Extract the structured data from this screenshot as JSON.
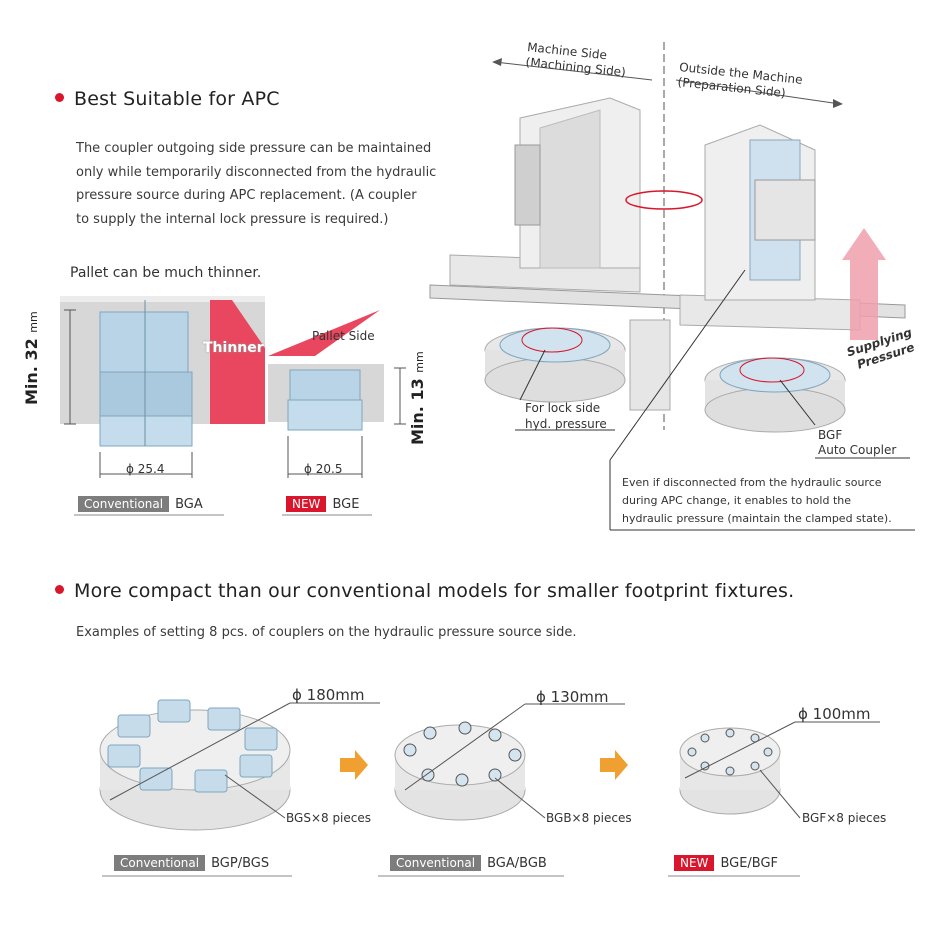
{
  "section1": {
    "heading": "Best Suitable for APC",
    "body_lines": [
      "The coupler outgoing side pressure can be maintained",
      "only while temporarily disconnected from the hydraulic",
      "pressure source during APC replacement. (A coupler",
      "to supply the internal lock pressure is required.)"
    ],
    "pallet_caption": "Pallet can be much thinner.",
    "dim_min32": "Min. 32",
    "dim_min13": "Min. 13",
    "unit_mm": "mm",
    "thinner_label": "Thinner",
    "pallet_side_label": "Pallet Side",
    "dia_conv": "ϕ 25.4",
    "dia_new": "ϕ 20.5",
    "tag_conventional": "Conventional",
    "tag_new": "NEW",
    "model_conv": "BGA",
    "model_new": "BGE"
  },
  "apc_diagram": {
    "machine_side": [
      "Machine Side",
      "(Machining Side)"
    ],
    "outside_machine": [
      "Outside the Machine",
      "(Preparation Side)"
    ],
    "supplying_pressure": [
      "Supplying",
      "Pressure"
    ],
    "lock_side": [
      "For lock side",
      "hyd. pressure"
    ],
    "bgf_coupler": [
      "BGF",
      "Auto Coupler"
    ],
    "note_lines": [
      "Even if disconnected from the hydraulic source",
      "during APC change, it enables to hold the",
      "hydraulic pressure (maintain the clamped state)."
    ]
  },
  "section2": {
    "heading": "More compact than our conventional models for smaller footprint fixtures.",
    "subtext": "Examples of setting 8 pcs. of couplers on the hydraulic pressure source side.",
    "examples": [
      {
        "diameter": "ϕ 180mm",
        "pieces": "BGS×8 pieces",
        "tag": "Conventional",
        "model": "BGP/BGS"
      },
      {
        "diameter": "ϕ 130mm",
        "pieces": "BGB×8 pieces",
        "tag": "Conventional",
        "model": "BGA/BGB"
      },
      {
        "diameter": "ϕ 100mm",
        "pieces": "BGF×8 pieces",
        "tag": "NEW",
        "model": "BGE/BGF"
      }
    ]
  },
  "colors": {
    "accent_red": "#d9162b",
    "tag_gray": "#7d7d7d",
    "coupler_blue": "#b8d4e6",
    "body_gray": "#e6e6e6"
  }
}
